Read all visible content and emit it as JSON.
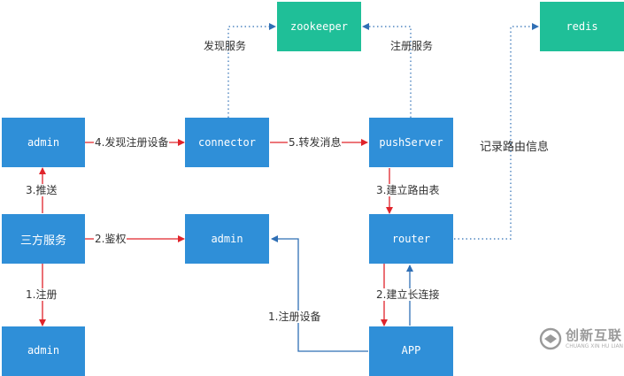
{
  "nodes": {
    "zookeeper": "zookeeper",
    "redis": "redis",
    "admin_top": "admin",
    "connector": "connector",
    "push_server": "pushServer",
    "third_party": "三方服务",
    "admin_mid": "admin",
    "router": "router",
    "admin_bottom": "admin",
    "app": "APP"
  },
  "labels": {
    "discover_service": "发现服务",
    "register_service": "注册服务",
    "discover_devices": "4.发现注册设备",
    "forward_message": "5.转发消息",
    "record_route": "记录路由信息",
    "push": "3.推送",
    "build_route_table": "3.建立路由表",
    "auth": "2.鉴权",
    "register": "1.注册",
    "build_long_conn": "2.建立长连接",
    "register_device": "1.注册设备"
  },
  "watermark": {
    "name_cn": "创新互联",
    "name_en": "CHUANG XIN HU LIAN"
  },
  "colors": {
    "node_blue": "#2f8fd8",
    "node_teal": "#1fbf98",
    "arrow_red": "#e0242b",
    "arrow_blue": "#2f6fb5",
    "dotted_blue": "#2f6fb5"
  }
}
